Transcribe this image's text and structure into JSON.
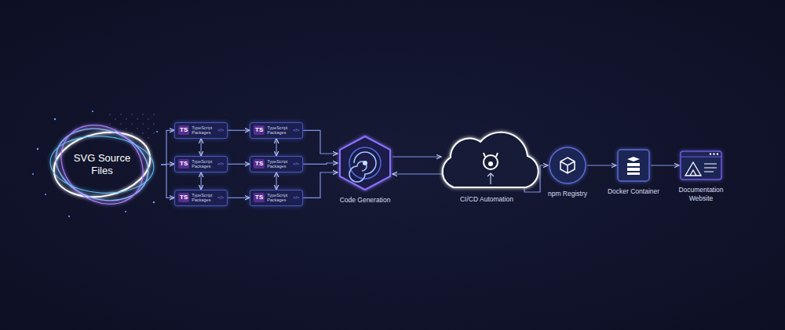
{
  "diagram": {
    "nodes": [
      {
        "text": [
          "SVG Source Files"
        ]
      },
      {
        "text": [
          "TS",
          "TypeScript Packages",
          "</>"
        ]
      },
      {
        "text": [
          "TS",
          "TypeScript Packages",
          "</>"
        ]
      },
      {
        "text": [
          "TS",
          "TypeScript Packages",
          "</>"
        ]
      },
      {
        "text": [
          "TS",
          "TypeScript Packages",
          "</>"
        ]
      },
      {
        "text": [
          "TS",
          "TypeScript Packages",
          "</>"
        ]
      },
      {
        "text": [
          "TS",
          "TypeScript Packages",
          "</>"
        ]
      },
      {
        "text": [
          "Code Generation"
        ]
      },
      {
        "text": [
          "CI/CD Automation"
        ]
      },
      {
        "text": [
          "npm Registry"
        ]
      },
      {
        "text": [
          "Docker Container"
        ]
      },
      {
        "text": [
          "Documentation Website"
        ]
      }
    ],
    "edges": [
      {
        "from": 0,
        "to": 1,
        "arrow": "to"
      },
      {
        "from": 0,
        "to": 2,
        "arrow": "to"
      },
      {
        "from": 0,
        "to": 3,
        "arrow": "to"
      },
      {
        "from": 1,
        "to": 2,
        "arrow": "both"
      },
      {
        "from": 2,
        "to": 3,
        "arrow": "both"
      },
      {
        "from": 4,
        "to": 5,
        "arrow": "both"
      },
      {
        "from": 5,
        "to": 6,
        "arrow": "both"
      },
      {
        "from": 1,
        "to": 4,
        "arrow": "to"
      },
      {
        "from": 2,
        "to": 5,
        "arrow": "to"
      },
      {
        "from": 3,
        "to": 6,
        "arrow": "to"
      },
      {
        "from": 4,
        "to": 7,
        "arrow": "to"
      },
      {
        "from": 5,
        "to": 7,
        "arrow": "to"
      },
      {
        "from": 6,
        "to": 7,
        "arrow": "to"
      },
      {
        "from": 7,
        "to": 8,
        "arrow": "to"
      },
      {
        "from": 8,
        "to": 7,
        "arrow": "to"
      },
      {
        "from": 8,
        "to": 9,
        "arrow": "to"
      },
      {
        "from": 9,
        "to": 10,
        "arrow": "to"
      },
      {
        "from": 10,
        "to": 11,
        "arrow": "to"
      }
    ]
  }
}
